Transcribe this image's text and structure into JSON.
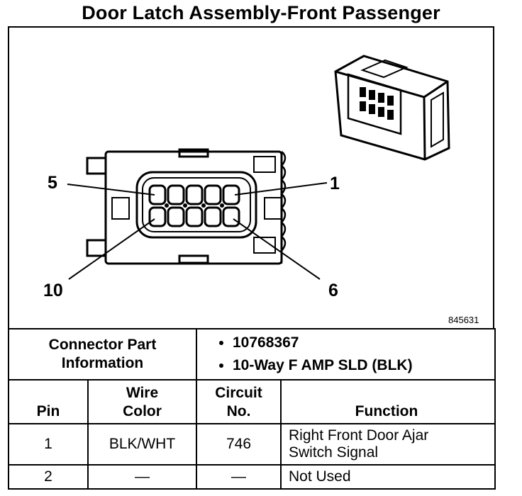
{
  "title": "Door Latch Assembly-Front Passenger",
  "figure": {
    "pin_labels": {
      "p5": "5",
      "p1": "1",
      "p10": "10",
      "p6": "6"
    },
    "figure_id": "845631"
  },
  "connector_info": {
    "label_line1": "Connector Part",
    "label_line2": "Information",
    "items": [
      "10768367",
      "10-Way F AMP SLD (BLK)"
    ]
  },
  "table": {
    "headers": {
      "pin": "Pin",
      "wire_color_line1": "Wire",
      "wire_color_line2": "Color",
      "circuit_line1": "Circuit",
      "circuit_line2": "No.",
      "function": "Function"
    },
    "rows": [
      {
        "pin": "1",
        "wire_color": "BLK/WHT",
        "circuit": "746",
        "function_line1": "Right Front Door Ajar",
        "function_line2": "Switch Signal"
      },
      {
        "pin": "2",
        "wire_color": "—",
        "circuit": "—",
        "function_line1": "Not Used",
        "function_line2": ""
      }
    ]
  }
}
